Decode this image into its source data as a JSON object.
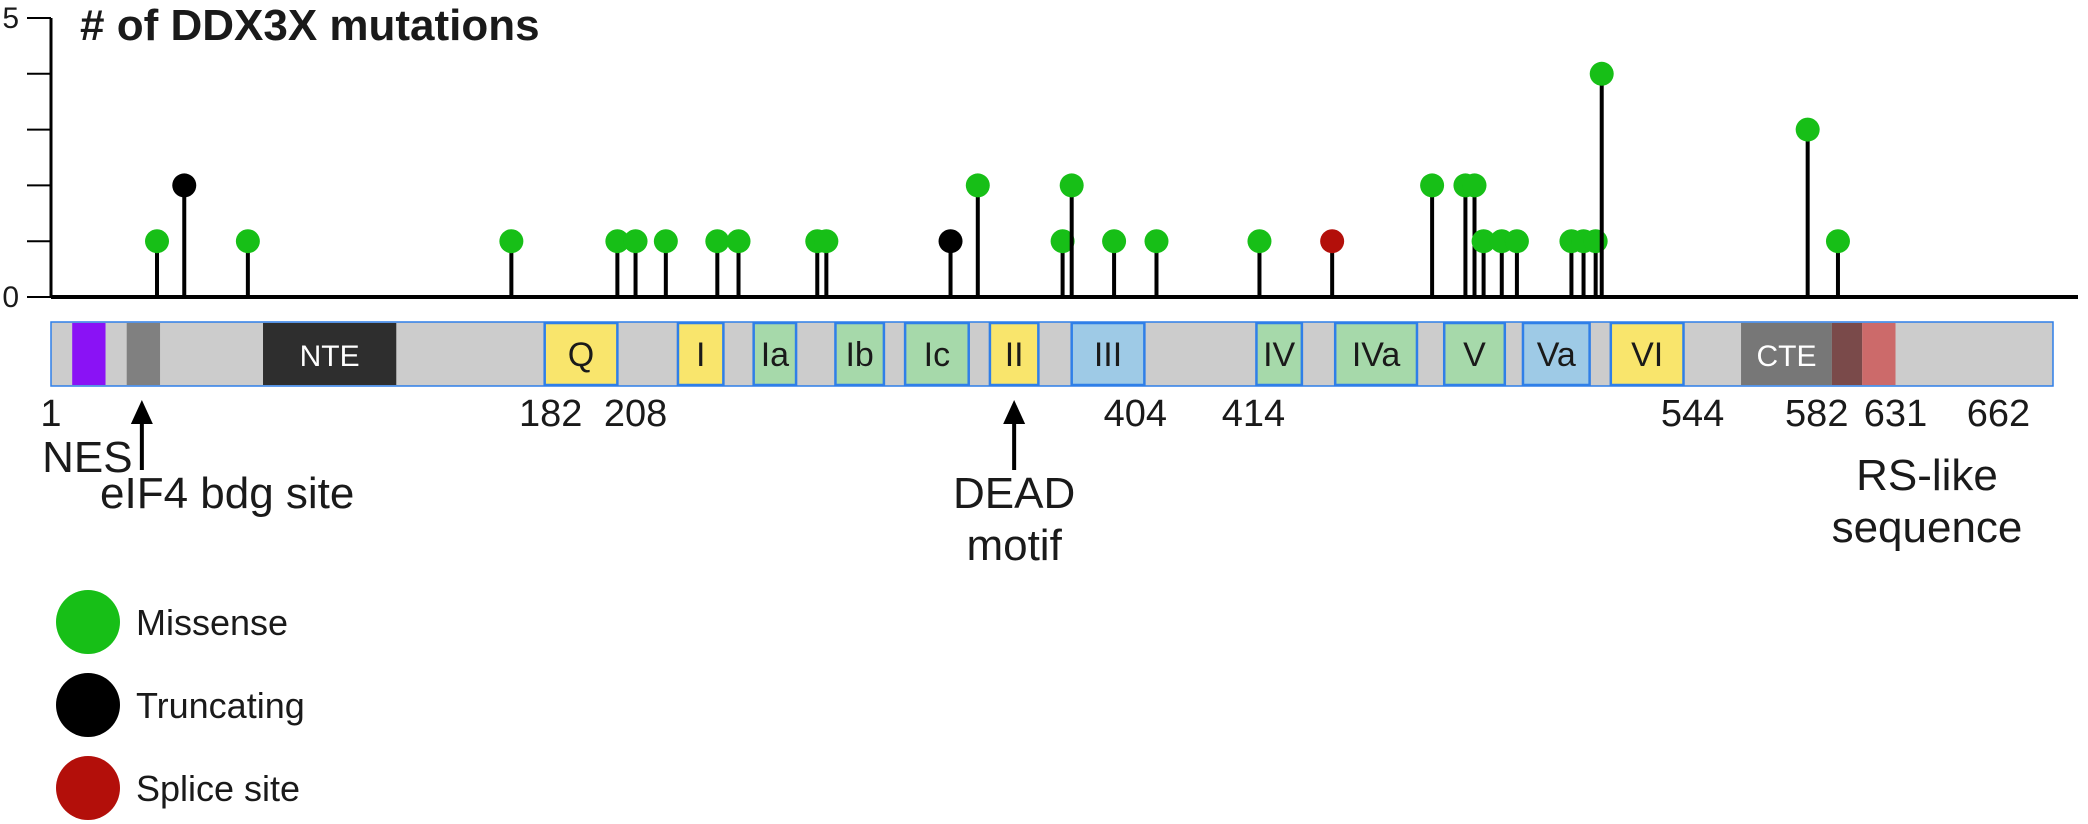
{
  "chart_data": {
    "type": "lollipop",
    "title": "# of DDX3X mutations",
    "ylim": [
      0,
      5
    ],
    "y_ticks": [
      0,
      1,
      2,
      3,
      4,
      5
    ],
    "y_tick_labels": [
      {
        "v": 0,
        "label": "0"
      },
      {
        "v": 5,
        "label": "5"
      }
    ],
    "x_range": [
      1,
      662
    ],
    "colors": {
      "missense": "#17bf17",
      "truncating": "#000000",
      "splice": "#b30f0a",
      "backbone": "#cccccc",
      "yellow_domain": "#f9e56c",
      "green_domain": "#a6d9aa",
      "blue_domain": "#9ecae6",
      "domain_border": "#2f7fe8"
    },
    "mutations": [
      {
        "pos": 36,
        "count": 1,
        "type": "missense"
      },
      {
        "pos": 45,
        "count": 2,
        "type": "truncating"
      },
      {
        "pos": 66,
        "count": 1,
        "type": "missense"
      },
      {
        "pos": 153,
        "count": 1,
        "type": "missense"
      },
      {
        "pos": 188,
        "count": 1,
        "type": "missense"
      },
      {
        "pos": 194,
        "count": 1,
        "type": "missense"
      },
      {
        "pos": 204,
        "count": 1,
        "type": "missense"
      },
      {
        "pos": 221,
        "count": 1,
        "type": "missense"
      },
      {
        "pos": 228,
        "count": 1,
        "type": "missense"
      },
      {
        "pos": 254,
        "count": 1,
        "type": "missense"
      },
      {
        "pos": 257,
        "count": 1,
        "type": "missense"
      },
      {
        "pos": 298,
        "count": 1,
        "type": "truncating"
      },
      {
        "pos": 307,
        "count": 2,
        "type": "missense"
      },
      {
        "pos": 335,
        "count": 1,
        "type": "missense"
      },
      {
        "pos": 338,
        "count": 2,
        "type": "missense"
      },
      {
        "pos": 352,
        "count": 1,
        "type": "missense"
      },
      {
        "pos": 366,
        "count": 1,
        "type": "missense"
      },
      {
        "pos": 400,
        "count": 1,
        "type": "missense"
      },
      {
        "pos": 424,
        "count": 1,
        "type": "splice"
      },
      {
        "pos": 457,
        "count": 2,
        "type": "missense"
      },
      {
        "pos": 468,
        "count": 2,
        "type": "missense"
      },
      {
        "pos": 471,
        "count": 2,
        "type": "missense"
      },
      {
        "pos": 474,
        "count": 1,
        "type": "missense"
      },
      {
        "pos": 480,
        "count": 1,
        "type": "missense"
      },
      {
        "pos": 485,
        "count": 1,
        "type": "missense"
      },
      {
        "pos": 503,
        "count": 1,
        "type": "missense"
      },
      {
        "pos": 507,
        "count": 1,
        "type": "missense"
      },
      {
        "pos": 511,
        "count": 1,
        "type": "missense"
      },
      {
        "pos": 513,
        "count": 4,
        "type": "missense"
      },
      {
        "pos": 581,
        "count": 3,
        "type": "missense"
      },
      {
        "pos": 591,
        "count": 1,
        "type": "missense"
      }
    ],
    "domains": [
      {
        "start": 8,
        "end": 19,
        "label": "",
        "fill": "#8a12f5",
        "border": ""
      },
      {
        "start": 26,
        "end": 37,
        "label": "",
        "fill": "#808080",
        "border": ""
      },
      {
        "start": 71,
        "end": 115,
        "label": "NTE",
        "fill": "#2e2e2e",
        "border": "",
        "light": true
      },
      {
        "start": 164,
        "end": 188,
        "label": "Q",
        "fill": "#f9e56c",
        "border": "#2f7fe8"
      },
      {
        "start": 208,
        "end": 223,
        "label": "I",
        "fill": "#f9e56c",
        "border": "#2f7fe8"
      },
      {
        "start": 233,
        "end": 247,
        "label": "Ia",
        "fill": "#a6d9aa",
        "border": "#2f7fe8"
      },
      {
        "start": 260,
        "end": 276,
        "label": "Ib",
        "fill": "#a6d9aa",
        "border": "#2f7fe8"
      },
      {
        "start": 283,
        "end": 304,
        "label": "Ic",
        "fill": "#a6d9aa",
        "border": "#2f7fe8"
      },
      {
        "start": 311,
        "end": 327,
        "label": "II",
        "fill": "#f9e56c",
        "border": "#2f7fe8"
      },
      {
        "start": 338,
        "end": 362,
        "label": "III",
        "fill": "#9ecae6",
        "border": "#2f7fe8"
      },
      {
        "start": 399,
        "end": 414,
        "label": "IV",
        "fill": "#a6d9aa",
        "border": "#2f7fe8"
      },
      {
        "start": 425,
        "end": 452,
        "label": "IVa",
        "fill": "#a6d9aa",
        "border": "#2f7fe8"
      },
      {
        "start": 461,
        "end": 481,
        "label": "V",
        "fill": "#a6d9aa",
        "border": "#2f7fe8"
      },
      {
        "start": 487,
        "end": 509,
        "label": "Va",
        "fill": "#9ecae6",
        "border": "#2f7fe8"
      },
      {
        "start": 516,
        "end": 540,
        "label": "VI",
        "fill": "#f9e56c",
        "border": "#2f7fe8"
      },
      {
        "start": 559,
        "end": 589,
        "label": "CTE",
        "fill": "#777777",
        "border": "",
        "light": true
      },
      {
        "start": 589,
        "end": 599,
        "label": "",
        "fill": "#7a4a4a",
        "border": ""
      },
      {
        "start": 599,
        "end": 610,
        "label": "",
        "fill": "#cc6a6a",
        "border": ""
      }
    ],
    "position_labels": [
      {
        "pos": 1,
        "label": "1"
      },
      {
        "pos": 166,
        "label": "182"
      },
      {
        "pos": 194,
        "label": "208"
      },
      {
        "pos": 359,
        "label": "404"
      },
      {
        "pos": 398,
        "label": "414"
      },
      {
        "pos": 543,
        "label": "544"
      },
      {
        "pos": 584,
        "label": "582"
      },
      {
        "pos": 610,
        "label": "631"
      },
      {
        "pos": 644,
        "label": "662"
      }
    ],
    "annotations": [
      {
        "id": "nes",
        "pos": 13,
        "lines": [
          "NES"
        ],
        "arrow": false
      },
      {
        "id": "eif4",
        "pos": 31,
        "lines": [
          "eIF4 bdg site"
        ],
        "arrow": true
      },
      {
        "id": "dead",
        "pos": 319,
        "lines": [
          "DEAD",
          "motif"
        ],
        "arrow": true
      },
      {
        "id": "rs",
        "pos": 604,
        "lines": [
          "RS-like",
          "sequence"
        ],
        "arrow": false
      }
    ],
    "legend": [
      {
        "label": "Missense",
        "color": "#17bf17"
      },
      {
        "label": "Truncating",
        "color": "#000000"
      },
      {
        "label": "Splice site",
        "color": "#b30f0a"
      }
    ]
  }
}
